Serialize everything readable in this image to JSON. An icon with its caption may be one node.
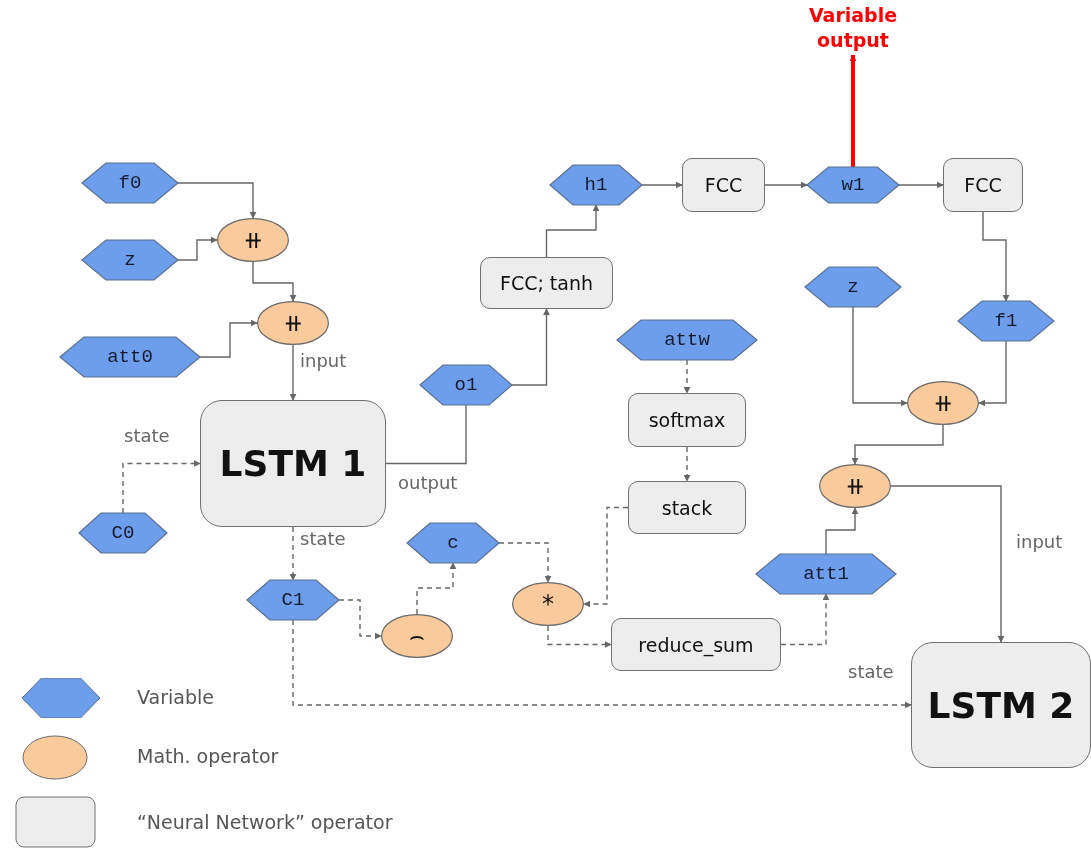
{
  "diagram": {
    "nodes": [
      {
        "text": [
          "Variable output"
        ]
      },
      {
        "text": [
          "f0"
        ]
      },
      {
        "text": [
          "h1"
        ]
      },
      {
        "text": [
          "FCC"
        ]
      },
      {
        "text": [
          "w1"
        ]
      },
      {
        "text": [
          "FCC"
        ]
      },
      {
        "text": [
          "z"
        ]
      },
      {
        "text": [
          "⧺"
        ]
      },
      {
        "text": [
          "FCC; tanh"
        ]
      },
      {
        "text": [
          "z"
        ]
      },
      {
        "text": [
          "⧺"
        ]
      },
      {
        "text": [
          "f1"
        ]
      },
      {
        "text": [
          "att0"
        ]
      },
      {
        "text": [
          "attw"
        ]
      },
      {
        "text": [
          "o1"
        ]
      },
      {
        "text": [
          "LSTM 1"
        ]
      },
      {
        "text": [
          "softmax"
        ]
      },
      {
        "text": [
          "⧺"
        ]
      },
      {
        "text": [
          "⧺"
        ]
      },
      {
        "text": [
          "C0"
        ]
      },
      {
        "text": [
          "stack"
        ]
      },
      {
        "text": [
          "c"
        ]
      },
      {
        "text": [
          "C1"
        ]
      },
      {
        "text": [
          "*"
        ]
      },
      {
        "text": [
          "att1"
        ]
      },
      {
        "text": [
          "⌢"
        ]
      },
      {
        "text": [
          "reduce_sum"
        ]
      },
      {
        "text": [
          "LSTM 2"
        ]
      }
    ],
    "edges": [
      {
        "from": 1,
        "to": 7,
        "arrow": "to"
      },
      {
        "from": 6,
        "to": 7,
        "arrow": "to"
      },
      {
        "from": 7,
        "to": 10,
        "arrow": "to"
      },
      {
        "from": 12,
        "to": 10,
        "arrow": "to"
      },
      {
        "from": 10,
        "to": 15,
        "arrow": "to",
        "label": "input"
      },
      {
        "from": 19,
        "to": 15,
        "arrow": "to",
        "label": "state",
        "style": "dashed"
      },
      {
        "from": 15,
        "to": 22,
        "arrow": "to",
        "label": "state",
        "style": "dashed"
      },
      {
        "from": 15,
        "to": 14,
        "arrow": "to",
        "label": "output"
      },
      {
        "from": 14,
        "to": 8,
        "arrow": "to"
      },
      {
        "from": 8,
        "to": 2,
        "arrow": "to"
      },
      {
        "from": 2,
        "to": 3,
        "arrow": "to"
      },
      {
        "from": 3,
        "to": 4,
        "arrow": "to"
      },
      {
        "from": 4,
        "to": 5,
        "arrow": "to"
      },
      {
        "from": 4,
        "to": 0,
        "arrow": "to",
        "style": "thick",
        "color": "#ff0000"
      },
      {
        "from": 5,
        "to": 11,
        "arrow": "to"
      },
      {
        "from": 9,
        "to": 17,
        "arrow": "to"
      },
      {
        "from": 11,
        "to": 17,
        "arrow": "to"
      },
      {
        "from": 17,
        "to": 18,
        "arrow": "to"
      },
      {
        "from": 24,
        "to": 18,
        "arrow": "to"
      },
      {
        "from": 18,
        "to": 27,
        "arrow": "to",
        "label": "input"
      },
      {
        "from": 22,
        "to": 27,
        "arrow": "to",
        "label": "state",
        "style": "dashed"
      },
      {
        "from": 22,
        "to": 25,
        "arrow": "to",
        "style": "dashed"
      },
      {
        "from": 25,
        "to": 21,
        "arrow": "to",
        "style": "dashed"
      },
      {
        "from": 21,
        "to": 23,
        "arrow": "to",
        "style": "dashed"
      },
      {
        "from": 20,
        "to": 23,
        "arrow": "to",
        "style": "dashed"
      },
      {
        "from": 23,
        "to": 26,
        "arrow": "to",
        "style": "dashed"
      },
      {
        "from": 13,
        "to": 16,
        "arrow": "to",
        "style": "dashed"
      },
      {
        "from": 16,
        "to": 20,
        "arrow": "to",
        "style": "dashed"
      },
      {
        "from": 26,
        "to": 24,
        "arrow": "to",
        "style": "dashed"
      }
    ],
    "legend": [
      {
        "text": "Variable"
      },
      {
        "text": "Math. operator"
      },
      {
        "text": "“Neural Network” operator"
      }
    ]
  }
}
